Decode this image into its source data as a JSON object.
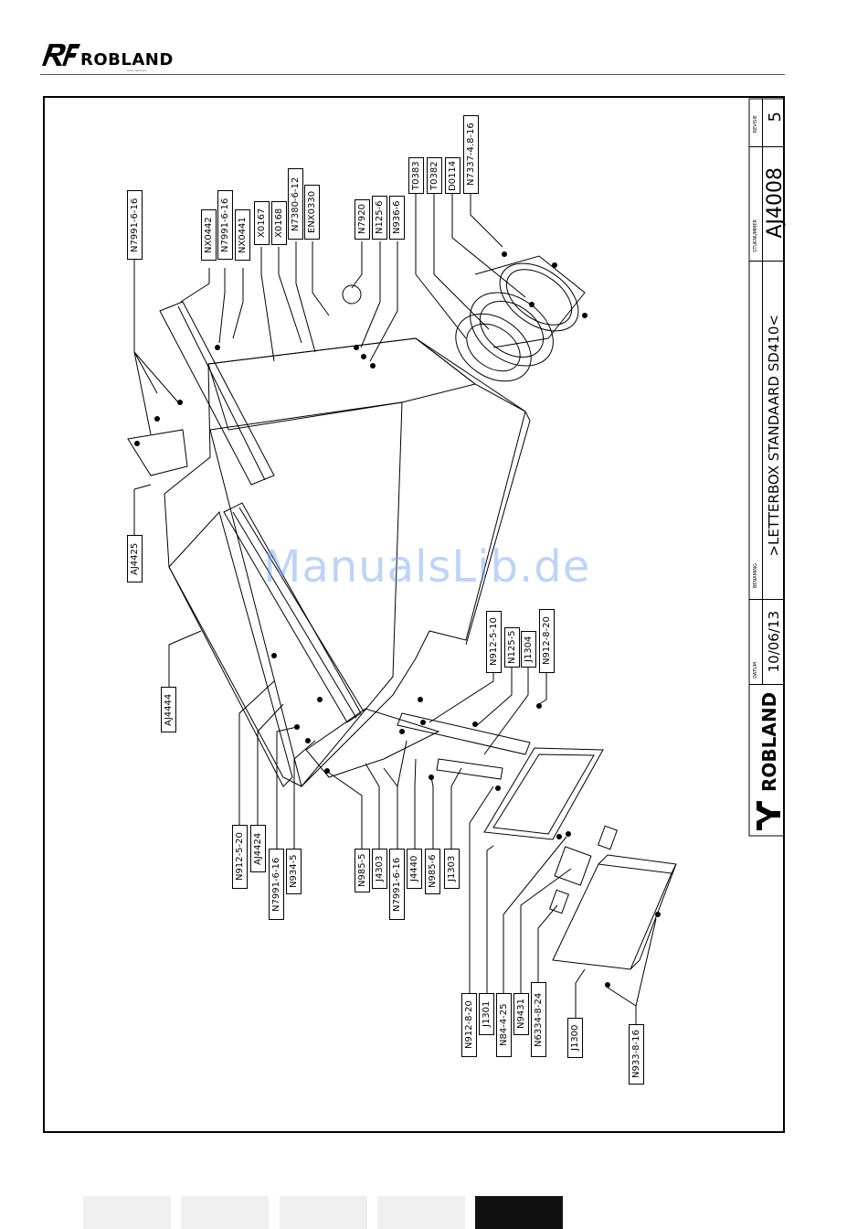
{
  "brand": {
    "name": "ROBLAND",
    "subtext": "wood machinery"
  },
  "watermark": "ManualsLib.de",
  "title_block": {
    "logo_text": "ROBLAND",
    "datum_label": "DATUM",
    "datum_value": "10/06/13",
    "benaming_label": "BENAMING",
    "benaming_value": ">LETTERBOX STANDAARD SD410<",
    "stuknummer_label": "STUKNUMMER",
    "stuknummer_value": "AJ4008",
    "revisie_label": "REVISIE",
    "revisie_value": "5"
  },
  "callouts": {
    "c1": "N7991-6-16",
    "c2": "NX0442",
    "c3": "N7991-6-16",
    "c4": "NX0441",
    "c5": "X0167",
    "c6": "X0168",
    "c7": "N7380-6-12",
    "c8": "ENX0330",
    "c9": "N7920",
    "c10": "N125-6",
    "c11": "N936-6",
    "c12": "T0383",
    "c13": "T0382",
    "c14": "D0114",
    "c15": "N7337-4.8-16",
    "c16": "AJ4425",
    "c17": "AJ4444",
    "c18": "N912-5-10",
    "c19": "N125-5",
    "c20": "J1304",
    "c21": "N912-8-20",
    "c22": "N912-5-20",
    "c23": "AJ4424",
    "c24": "N7991-6-16",
    "c25": "N934-5",
    "c26": "N985-5",
    "c27": "J4303",
    "c28": "N7991-6-16",
    "c29": "J4440",
    "c30": "N985-6",
    "c31": "J1303",
    "c32": "N912-8-20",
    "c33": "J1301",
    "c34": "N84-4-25",
    "c35": "N9431",
    "c36": "N6334-8-24",
    "c37": "J1300",
    "c38": "N933-8-16"
  },
  "bottom_tabs": [
    "",
    "",
    "",
    "",
    ""
  ]
}
